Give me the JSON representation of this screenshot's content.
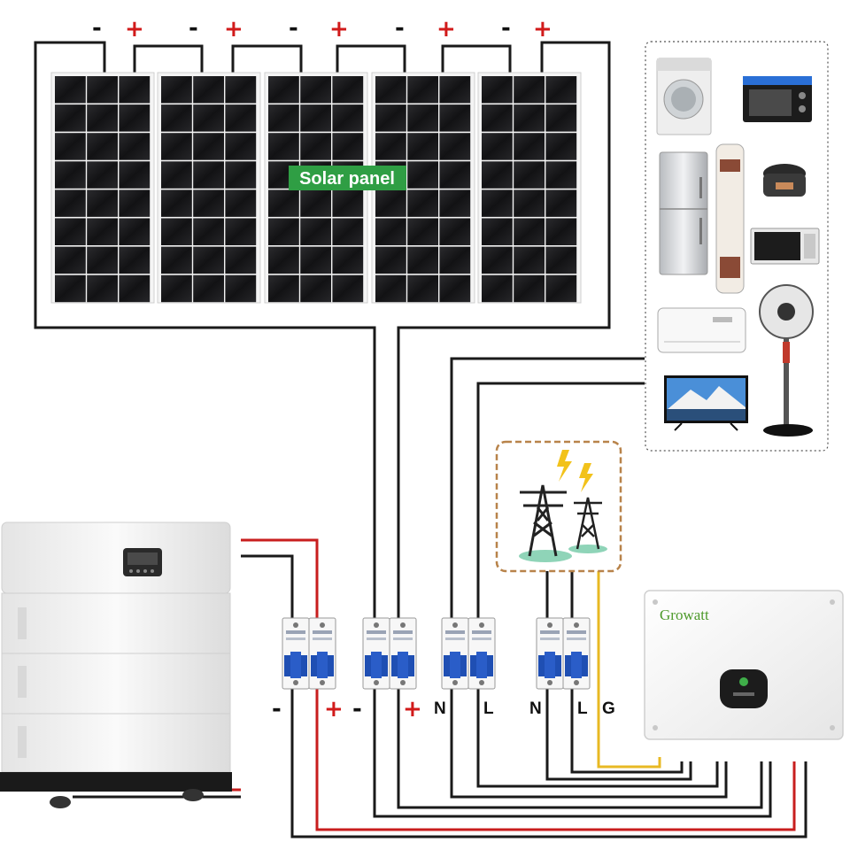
{
  "solar": {
    "label": "Solar panel",
    "panel_count": 5,
    "polarity_negative": "-",
    "polarity_positive": "+"
  },
  "breakers": [
    {
      "id": "battery",
      "left_label": "-",
      "right_label": "+"
    },
    {
      "id": "pv",
      "left_label": "-",
      "right_label": "+"
    },
    {
      "id": "load",
      "left_label": "N",
      "right_label": "L"
    },
    {
      "id": "grid",
      "left_label": "N",
      "right_label": "L",
      "extra_label": "G"
    }
  ],
  "inverter": {
    "brand": "Growatt"
  },
  "appliances": [
    "washing-machine",
    "toaster-oven",
    "refrigerator",
    "tower-air-conditioner",
    "rice-cooker",
    "microwave",
    "split-air-conditioner",
    "standing-fan",
    "television"
  ],
  "colors": {
    "wire_black": "#1a1a1a",
    "wire_red": "#c81e1e",
    "wire_yellow": "#e8b923",
    "label_green": "#2f9e44",
    "grid_border": "#b8834a",
    "bolt": "#f2c21b"
  }
}
